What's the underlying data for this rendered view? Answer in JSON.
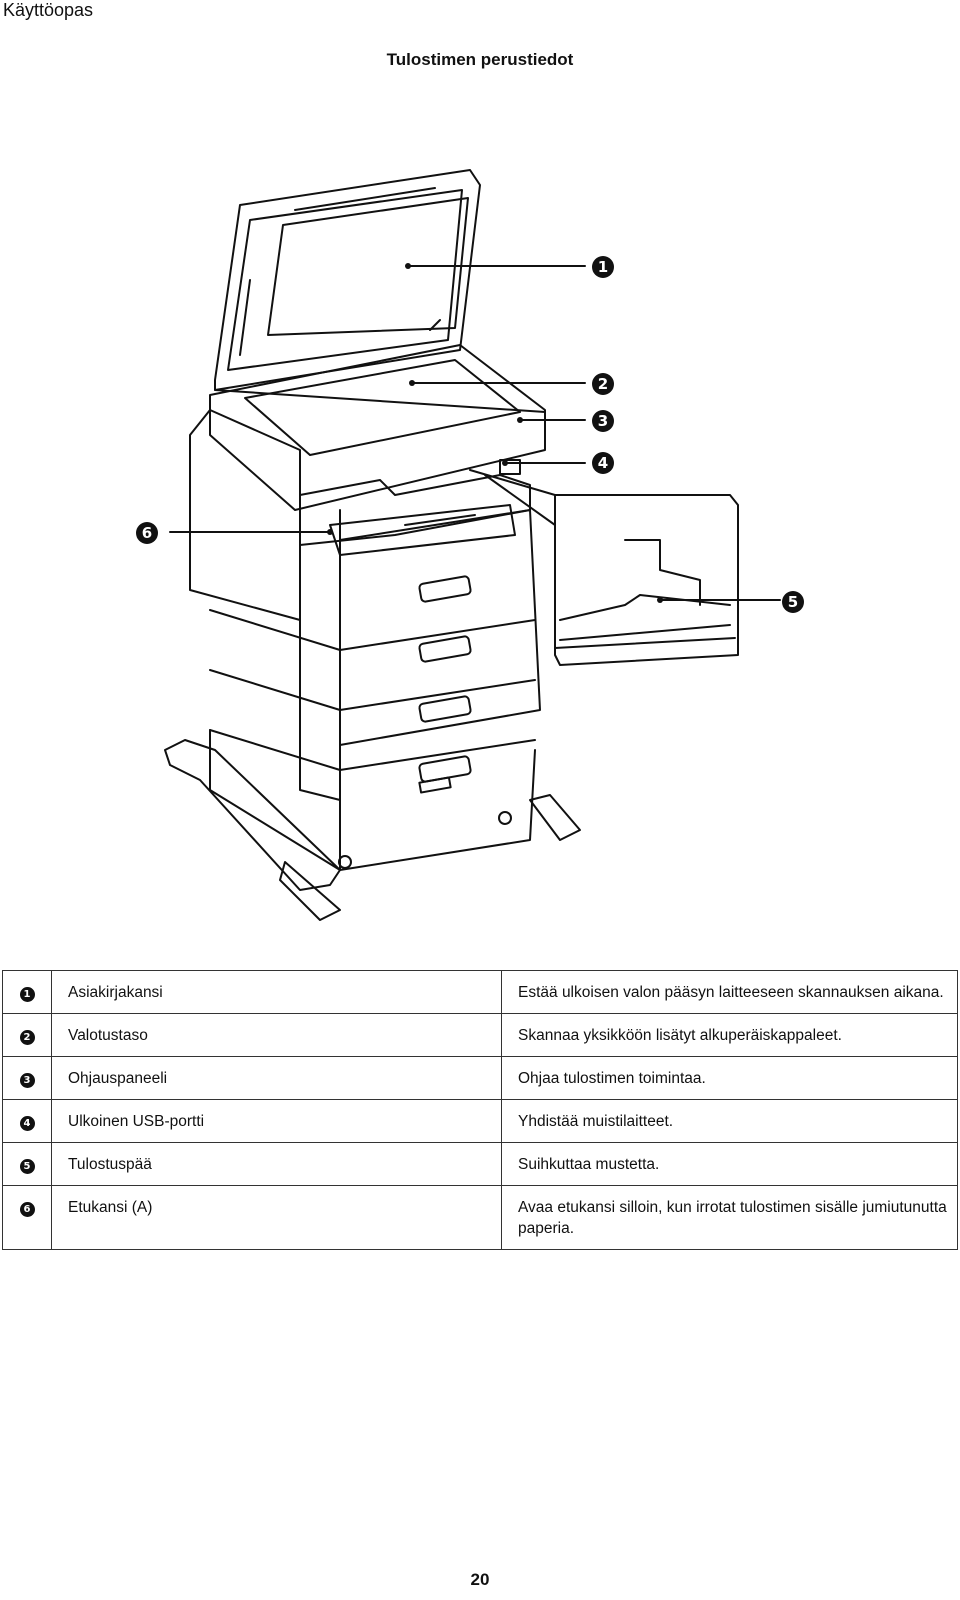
{
  "header": {
    "title": "Käyttöopas"
  },
  "section": {
    "title": "Tulostimen perustiedot"
  },
  "figure": {
    "callouts": [
      "1",
      "2",
      "3",
      "4",
      "5",
      "6"
    ]
  },
  "parts": [
    {
      "num": "1",
      "name": "Asiakirjakansi",
      "desc": "Estää ulkoisen valon pääsyn laitteeseen skannauksen aikana."
    },
    {
      "num": "2",
      "name": "Valotustaso",
      "desc": "Skannaa yksikköön lisätyt alkuperäiskappaleet."
    },
    {
      "num": "3",
      "name": "Ohjauspaneeli",
      "desc": "Ohjaa tulostimen toimintaa."
    },
    {
      "num": "4",
      "name": "Ulkoinen USB-portti",
      "desc": "Yhdistää muistilaitteet."
    },
    {
      "num": "5",
      "name": "Tulostuspää",
      "desc": "Suihkuttaa mustetta."
    },
    {
      "num": "6",
      "name": "Etukansi (A)",
      "desc": "Avaa etukansi silloin, kun irrotat tulostimen sisälle jumiutunutta paperia."
    }
  ],
  "footer": {
    "page_number": "20"
  }
}
